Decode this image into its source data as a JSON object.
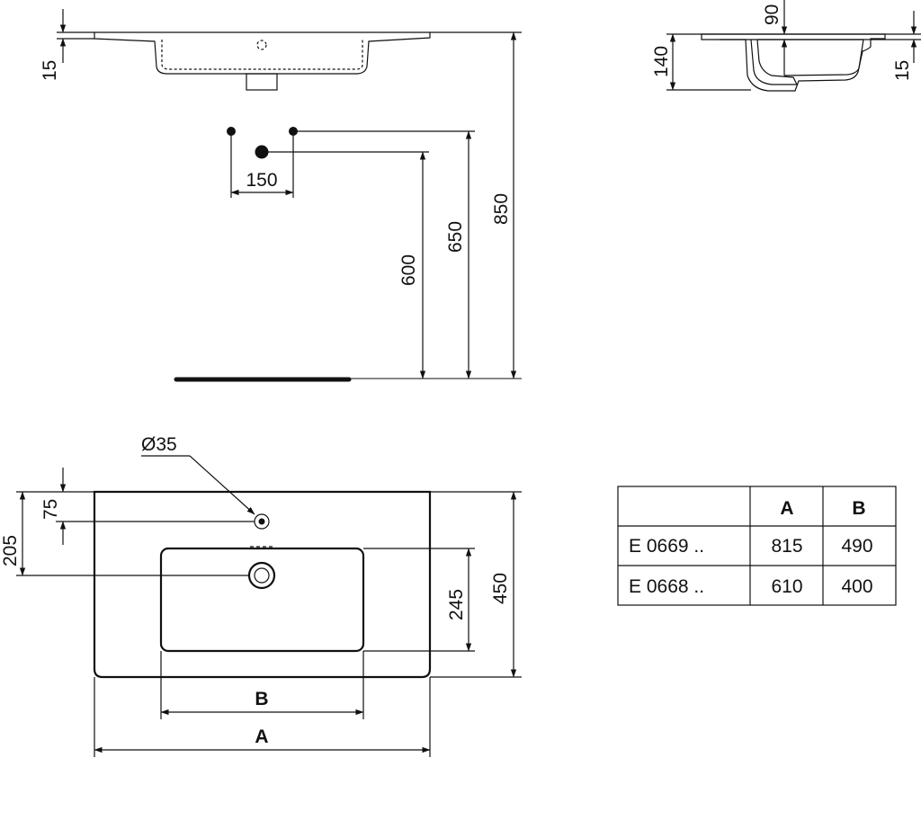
{
  "dimensions": {
    "d15_front": "15",
    "d850": "850",
    "d650": "650",
    "d600": "600",
    "d150": "150",
    "d90": "90",
    "d140": "140",
    "d15_side": "15",
    "d75": "75",
    "d205": "205",
    "d245": "245",
    "d450": "450",
    "dia35": "Ø35",
    "label_a": "A",
    "label_b": "B"
  },
  "table": {
    "headers": [
      "",
      "A",
      "B"
    ],
    "rows": [
      {
        "code": "E 0669 ..",
        "a": "815",
        "b": "490"
      },
      {
        "code": "E 0668 ..",
        "a": "610",
        "b": "400"
      }
    ]
  }
}
